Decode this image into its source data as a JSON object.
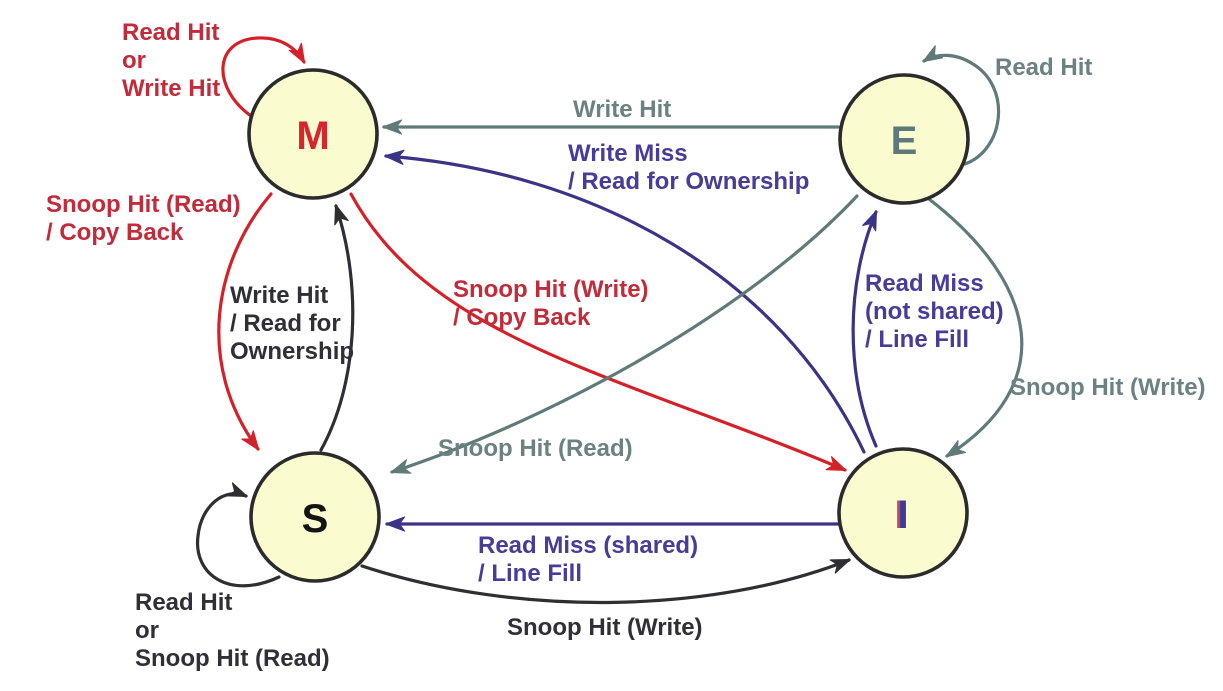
{
  "diagram": {
    "type": "state-machine",
    "states": [
      {
        "id": "M",
        "label": "M",
        "letter_color": "#d8242c"
      },
      {
        "id": "E",
        "label": "E",
        "letter_color": "#5e797c"
      },
      {
        "id": "S",
        "label": "S",
        "letter_color": "#141414"
      },
      {
        "id": "I",
        "label": "I",
        "letter_color": "#3c3c9e"
      }
    ],
    "transitions": [
      {
        "from": "M",
        "to": "M",
        "color": "red",
        "label": [
          "Read Hit",
          "or",
          "Write Hit"
        ]
      },
      {
        "from": "E",
        "to": "E",
        "color": "gray",
        "label": [
          "Read Hit"
        ]
      },
      {
        "from": "E",
        "to": "M",
        "color": "gray",
        "label": [
          "Write Hit"
        ]
      },
      {
        "from": "I",
        "to": "M",
        "color": "purple",
        "label": [
          "Write Miss",
          "/ Read for Ownership"
        ]
      },
      {
        "from": "M",
        "to": "S",
        "color": "red",
        "label": [
          "Snoop Hit (Read)",
          "/ Copy Back"
        ]
      },
      {
        "from": "S",
        "to": "M",
        "color": "black",
        "label": [
          "Write Hit",
          "/ Read for",
          "Ownership"
        ]
      },
      {
        "from": "M",
        "to": "I",
        "color": "red",
        "label": [
          "Snoop Hit (Write)",
          "/ Copy Back"
        ]
      },
      {
        "from": "E",
        "to": "S",
        "color": "gray",
        "label": [
          "Snoop Hit (Read)"
        ]
      },
      {
        "from": "I",
        "to": "E",
        "color": "purple",
        "label": [
          "Read Miss",
          "(not shared)",
          "/ Line Fill"
        ]
      },
      {
        "from": "E",
        "to": "I",
        "color": "gray",
        "label": [
          "Snoop Hit (Write)"
        ]
      },
      {
        "from": "I",
        "to": "S",
        "color": "purple",
        "label": [
          "Read Miss (shared)",
          "/ Line Fill"
        ]
      },
      {
        "from": "S",
        "to": "I",
        "color": "black",
        "label": [
          "Snoop Hit (Write)"
        ]
      },
      {
        "from": "S",
        "to": "S",
        "color": "black",
        "label": [
          "Read Hit",
          "or",
          "Snoop Hit (Read)"
        ]
      }
    ],
    "colors": {
      "background": "#ffffff",
      "state_fill": "#fbfbd0",
      "state_border": "#2b2b2b",
      "label_red": "#c22b3a",
      "label_gray": "#6b8182",
      "label_purple": "#473c97",
      "label_black": "#2f2f38",
      "arrow_red": "#d42129",
      "arrow_gray": "#5f7a78",
      "arrow_purple": "#3b3486",
      "arrow_black": "#2e2e33"
    }
  }
}
